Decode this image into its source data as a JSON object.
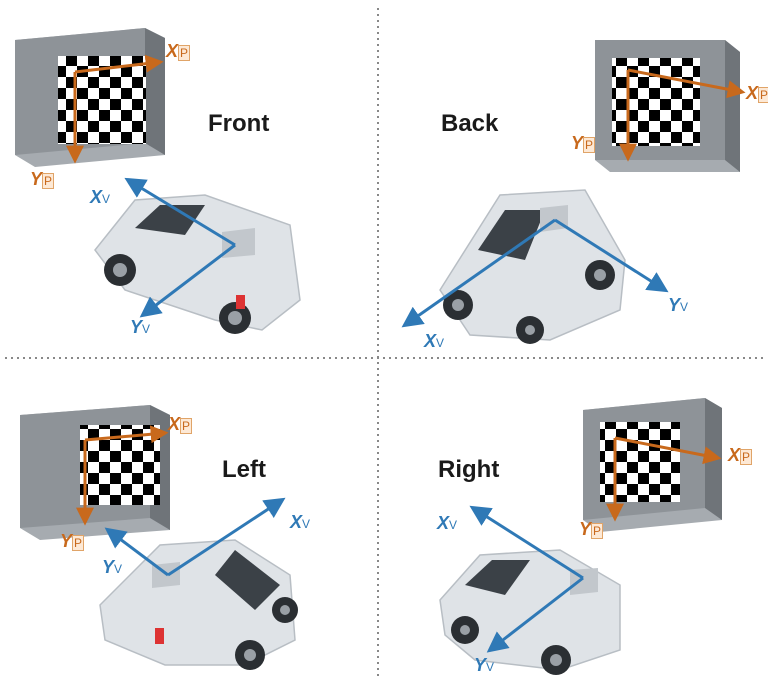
{
  "quadrants": [
    {
      "title": "Front",
      "vehicle_axes": {
        "x": "X",
        "x_sub": "V",
        "y": "Y",
        "y_sub": "V"
      },
      "pattern_axes": {
        "x": "X",
        "x_sub": "P",
        "y": "Y",
        "y_sub": "P"
      }
    },
    {
      "title": "Back",
      "vehicle_axes": {
        "x": "X",
        "x_sub": "V",
        "y": "Y",
        "y_sub": "V"
      },
      "pattern_axes": {
        "x": "X",
        "x_sub": "P",
        "y": "Y",
        "y_sub": "P"
      }
    },
    {
      "title": "Left",
      "vehicle_axes": {
        "x": "X",
        "x_sub": "V",
        "y": "Y",
        "y_sub": "V"
      },
      "pattern_axes": {
        "x": "X",
        "x_sub": "P",
        "y": "Y",
        "y_sub": "P"
      }
    },
    {
      "title": "Right",
      "vehicle_axes": {
        "x": "X",
        "x_sub": "V",
        "y": "Y",
        "y_sub": "V"
      },
      "pattern_axes": {
        "x": "X",
        "x_sub": "P",
        "y": "Y",
        "y_sub": "P"
      }
    }
  ],
  "colors": {
    "vehicle_axis": "#2f79b6",
    "pattern_axis": "#c8691c",
    "board_frame": "#8e9398",
    "van_body": "#dfe3e7",
    "divider": "#888888"
  }
}
